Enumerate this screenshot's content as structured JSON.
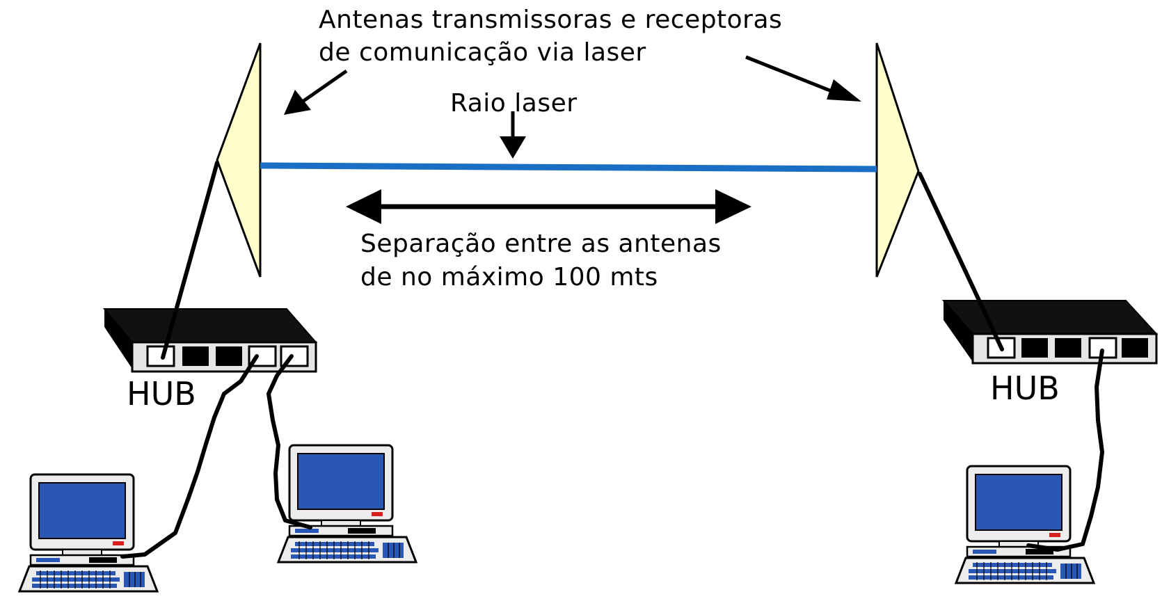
{
  "labels": {
    "antennas_line1": "Antenas transmissoras e receptoras",
    "antennas_line2": "de comunicação via laser",
    "laser": "Raio laser",
    "separation_line1": "Separação entre as antenas",
    "separation_line2": "de no máximo  100 mts",
    "hub_left": "HUB",
    "hub_right": "HUB"
  },
  "colors": {
    "laser_beam": "#1a6fc4",
    "antenna_fill": "#ffffcc",
    "screen": "#2a56b5",
    "monitor_body": "#ececec",
    "hub_body": "#111111",
    "hub_front": "#e6e6e6",
    "power_led": "#d62020",
    "ink": "#000000"
  },
  "icons": [
    "antenna-icon",
    "hub-icon",
    "computer-icon",
    "arrow-icon",
    "double-arrow-icon"
  ]
}
